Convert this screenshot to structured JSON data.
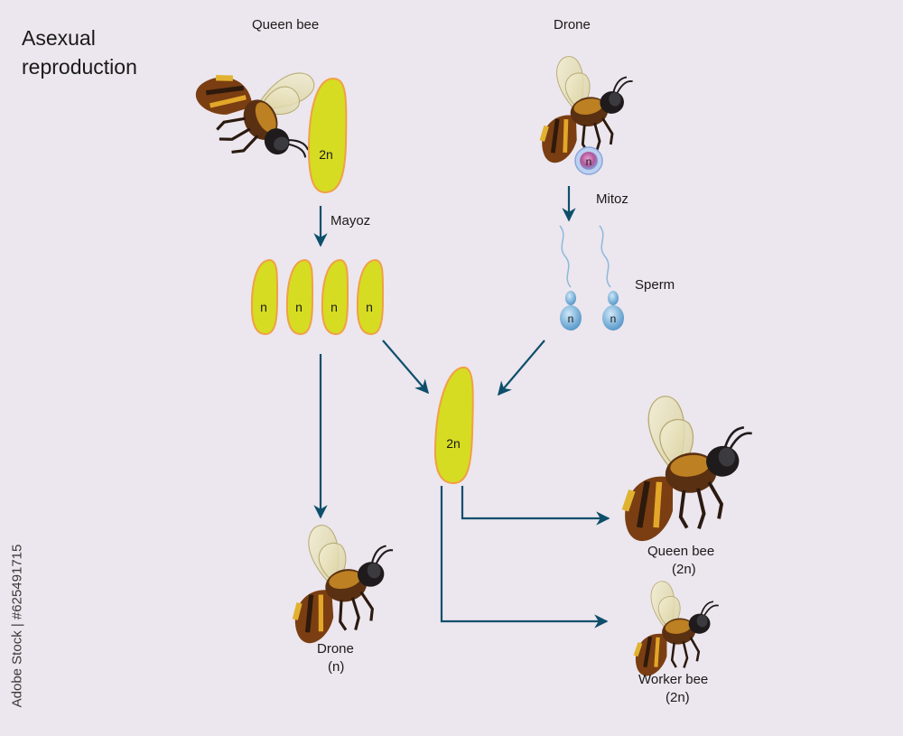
{
  "title": [
    "Asexual",
    "reproduction"
  ],
  "labels": {
    "queen_top": "Queen bee",
    "drone_top": "Drone",
    "mayoz": "Mayoz",
    "mitoz": "Mitoz",
    "sperm": "Sperm",
    "queen_bottom_name": "Queen bee",
    "queen_bottom_ploidy": "(2n)",
    "drone_bottom_name": "Drone",
    "drone_bottom_ploidy": "(n)",
    "worker_name": "Worker bee",
    "worker_ploidy": "(2n)"
  },
  "cells": {
    "queen_egg": "2n",
    "gametes": [
      "n",
      "n",
      "n",
      "n"
    ],
    "drone_nucleus": "n",
    "sperm": [
      "n",
      "n"
    ],
    "zygote": "2n"
  },
  "side_text": "Adobe Stock | #625491715",
  "colors": {
    "background": "#ece6ee",
    "egg_fill": "#d6dc22",
    "egg_outline": "#f0a046",
    "arrow": "#0d4f6b",
    "sperm": "#6aa9d4"
  }
}
